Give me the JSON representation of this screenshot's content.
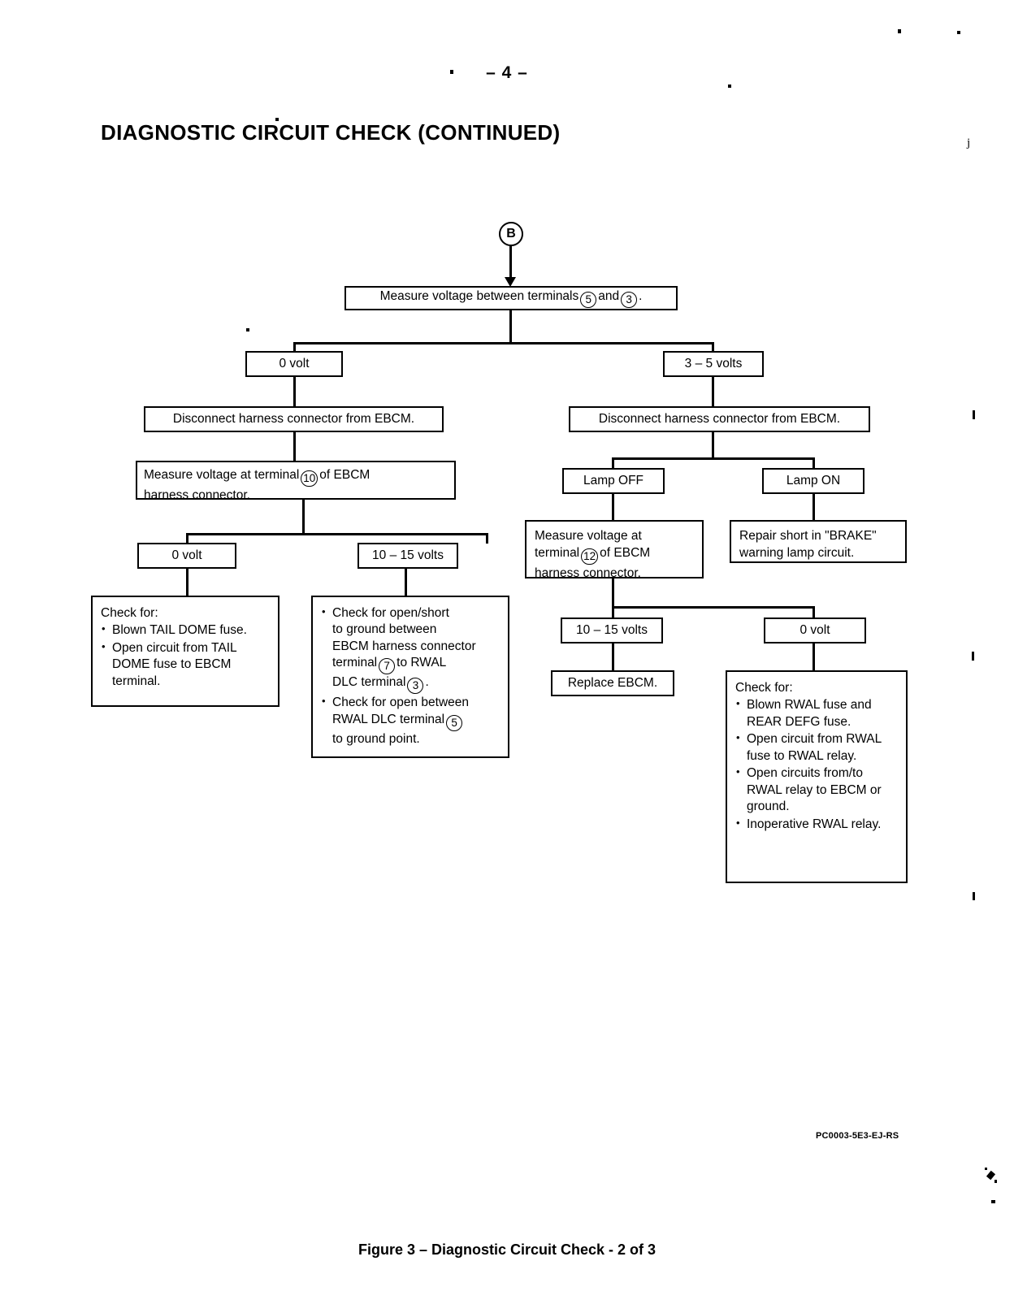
{
  "page": {
    "number": "– 4 –",
    "title": "DIAGNOSTIC CIRCUIT CHECK (CONTINUED)",
    "doc_code": "PC0003-5E3-EJ-RS",
    "figure_caption": "Figure 3 – Diagnostic Circuit Check - 2 of 3"
  },
  "flowchart": {
    "entry": {
      "label": "B"
    },
    "root": {
      "text_1": "Measure voltage between terminals",
      "term_a": "5",
      "text_2": "and",
      "term_b": "3",
      "text_3": "."
    },
    "left_branch": {
      "condition": "0 volt",
      "action": "Disconnect harness connector from EBCM.",
      "measure": {
        "text_1": "Measure voltage at terminal",
        "term": "10",
        "text_2": "of EBCM",
        "text_3": "harness connector."
      },
      "result_a": {
        "condition": "0 volt",
        "heading": "Check for:",
        "items": [
          "Blown TAIL DOME fuse.",
          "Open circuit from TAIL DOME fuse to EBCM terminal."
        ]
      },
      "result_b": {
        "condition": "10 – 15 volts",
        "item1_line1": "Check for open/short",
        "item1_line2": "to ground between",
        "item1_line3": "EBCM harness connector",
        "item1_line4a": "terminal",
        "item1_term1": "7",
        "item1_line4b": "to RWAL",
        "item1_line5a": "DLC terminal",
        "item1_term2": "3",
        "item1_line5b": ".",
        "item2_line1": "Check for open between",
        "item2_line2a": "RWAL DLC terminal",
        "item2_term": "5",
        "item2_line3": "to ground point."
      }
    },
    "right_branch": {
      "condition": "3 – 5 volts",
      "action": "Disconnect harness connector from EBCM.",
      "lamp_off": {
        "condition": "Lamp OFF",
        "measure": {
          "text_1": "Measure voltage at",
          "text_2a": "terminal",
          "term": "12",
          "text_2b": "of EBCM",
          "text_3": "harness connector."
        },
        "result_a": {
          "condition": "10 – 15 volts",
          "action": "Replace EBCM."
        },
        "result_b": {
          "condition": "0 volt",
          "heading": "Check for:",
          "items": [
            "Blown RWAL fuse and REAR DEFG fuse.",
            "Open circuit from RWAL fuse to RWAL relay.",
            "Open circuits from/to RWAL relay to EBCM or ground.",
            "Inoperative RWAL relay."
          ]
        }
      },
      "lamp_on": {
        "condition": "Lamp ON",
        "action_line1": "Repair short in \"BRAKE\"",
        "action_line2": "warning lamp circuit."
      }
    }
  }
}
